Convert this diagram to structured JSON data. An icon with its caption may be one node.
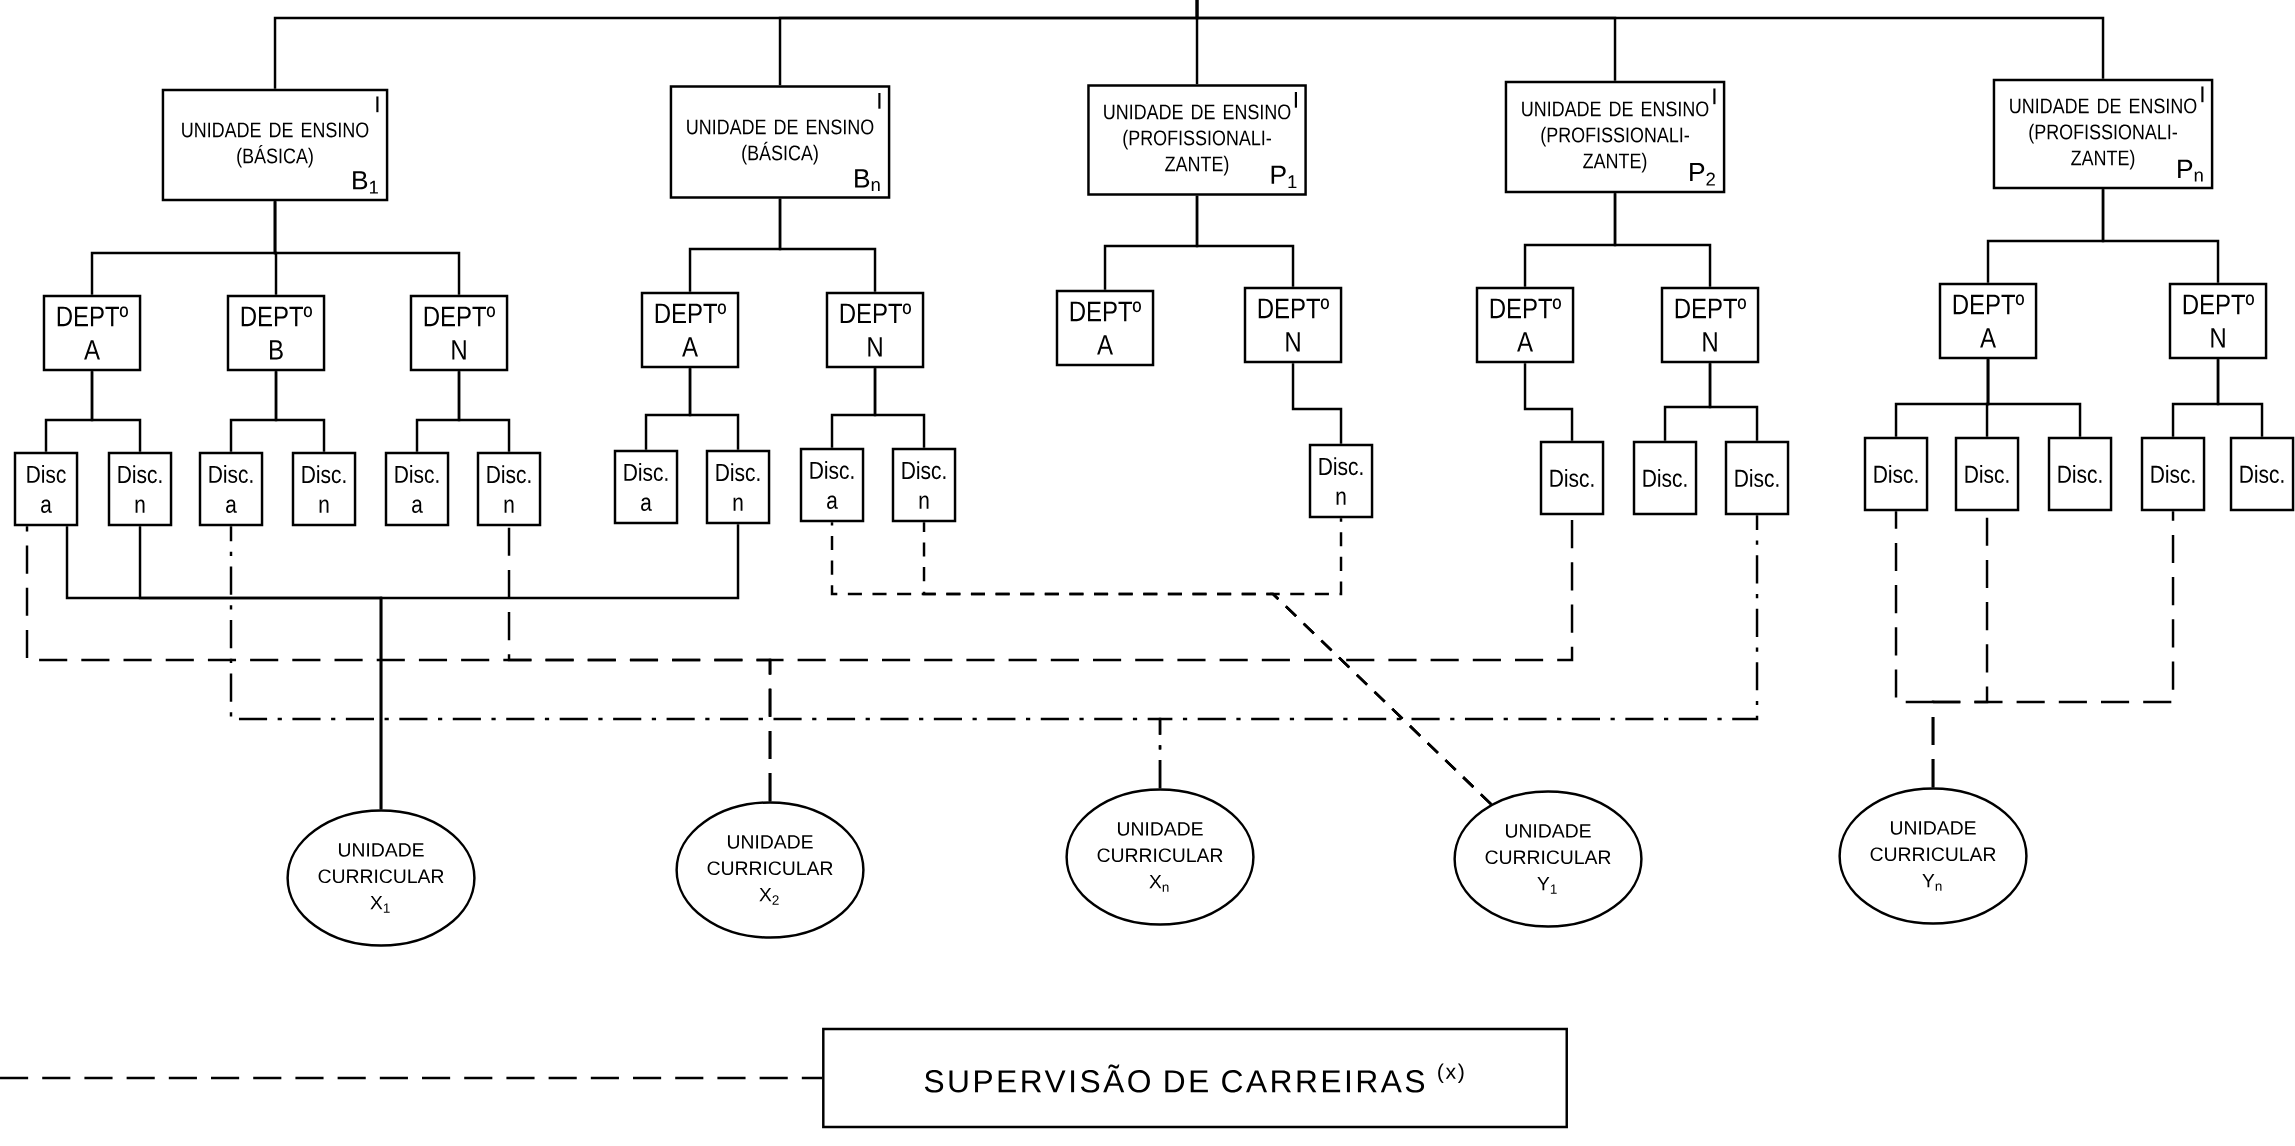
{
  "diagram": {
    "nodes": [
      {
        "text": [
          "I",
          "UNIDADE DE ENSINO",
          "(BÁSICA)",
          "B$_{1}$"
        ]
      },
      {
        "text": [
          "I",
          "UNIDADE DE ENSINO",
          "(BÁSICA)",
          "B$_{n}$"
        ]
      },
      {
        "text": [
          "I",
          "UNIDADE DE ENSINO",
          "(PROFISSIONALI- ZANTE)",
          "P$_{1}$"
        ]
      },
      {
        "text": [
          "I",
          "UNIDADE DE ENSINO",
          "(PROFISSIONALI- ZANTE)",
          "P$_{2}$"
        ]
      },
      {
        "text": [
          "I",
          "UNIDADE DE ENSINO",
          "(PROFISSIONALI- ZANTE)",
          "P$_{n}$"
        ]
      },
      {
        "text": [
          "DEPTº A"
        ]
      },
      {
        "text": [
          "DEPTº B"
        ]
      },
      {
        "text": [
          "DEPTº N"
        ]
      },
      {
        "text": [
          "DEPTº A"
        ]
      },
      {
        "text": [
          "DEPTº N"
        ]
      },
      {
        "text": [
          "DEPTº A"
        ]
      },
      {
        "text": [
          "DEPTº N"
        ]
      },
      {
        "text": [
          "DEPTº A"
        ]
      },
      {
        "text": [
          "DEPTº N"
        ]
      },
      {
        "text": [
          "DEPTº A"
        ]
      },
      {
        "text": [
          "DEPTº N"
        ]
      },
      {
        "text": [
          "Disc a"
        ]
      },
      {
        "text": [
          "Disc. n"
        ]
      },
      {
        "text": [
          "Disc. a"
        ]
      },
      {
        "text": [
          "Disc. n"
        ]
      },
      {
        "text": [
          "Disc. a"
        ]
      },
      {
        "text": [
          "Disc. n"
        ]
      },
      {
        "text": [
          "Disc. a"
        ]
      },
      {
        "text": [
          "Disc. n"
        ]
      },
      {
        "text": [
          "Disc. a"
        ]
      },
      {
        "text": [
          "Disc. n"
        ]
      },
      {
        "text": [
          "Disc. n"
        ]
      },
      {
        "text": [
          "Disc."
        ]
      },
      {
        "text": [
          "Disc."
        ]
      },
      {
        "text": [
          "Disc."
        ]
      },
      {
        "text": [
          "Disc."
        ]
      },
      {
        "text": [
          "Disc."
        ]
      },
      {
        "text": [
          "Disc."
        ]
      },
      {
        "text": [
          "Disc."
        ]
      },
      {
        "text": [
          "Disc."
        ]
      },
      {
        "text": [
          "UNIDADE CURRICULAR",
          "X$_{1}$"
        ]
      },
      {
        "text": [
          "UNIDADE CURRICULAR",
          "X$_{2}$"
        ]
      },
      {
        "text": [
          "UNIDADE CURRICULAR",
          "X$_{n}$"
        ]
      },
      {
        "text": [
          "UNIDADE CURRICULAR",
          "Y$_{1}$"
        ]
      },
      {
        "text": [
          "UNIDADE CURRICULAR",
          "Y$_{n}$"
        ]
      },
      {
        "text": [
          "SUPERVISÃO DE CARREIRAS $^{(x)}$"
        ]
      }
    ],
    "edges": [
      {
        "from": null,
        "to": 0,
        "arrow": "none"
      },
      {
        "from": null,
        "to": 1,
        "arrow": "none"
      },
      {
        "from": null,
        "to": 2,
        "arrow": "none"
      },
      {
        "from": null,
        "to": 3,
        "arrow": "none"
      },
      {
        "from": null,
        "to": 4,
        "arrow": "none"
      },
      {
        "from": 0,
        "to": 5,
        "arrow": "none"
      },
      {
        "from": 0,
        "to": 6,
        "arrow": "none"
      },
      {
        "from": 0,
        "to": 7,
        "arrow": "none"
      },
      {
        "from": 1,
        "to": 8,
        "arrow": "none"
      },
      {
        "from": 1,
        "to": 9,
        "arrow": "none"
      },
      {
        "from": 2,
        "to": 10,
        "arrow": "none"
      },
      {
        "from": 2,
        "to": 11,
        "arrow": "none"
      },
      {
        "from": 3,
        "to": 12,
        "arrow": "none"
      },
      {
        "from": 3,
        "to": 13,
        "arrow": "none"
      },
      {
        "from": 4,
        "to": 14,
        "arrow": "none"
      },
      {
        "from": 4,
        "to": 15,
        "arrow": "none"
      },
      {
        "from": 5,
        "to": 16,
        "arrow": "none"
      },
      {
        "from": 5,
        "to": 17,
        "arrow": "none"
      },
      {
        "from": 6,
        "to": 18,
        "arrow": "none"
      },
      {
        "from": 6,
        "to": 19,
        "arrow": "none"
      },
      {
        "from": 7,
        "to": 20,
        "arrow": "none"
      },
      {
        "from": 7,
        "to": 21,
        "arrow": "none"
      },
      {
        "from": 8,
        "to": 22,
        "arrow": "none"
      },
      {
        "from": 8,
        "to": 23,
        "arrow": "none"
      },
      {
        "from": 9,
        "to": 24,
        "arrow": "none"
      },
      {
        "from": 9,
        "to": 25,
        "arrow": "none"
      },
      {
        "from": 11,
        "to": 26,
        "arrow": "none"
      },
      {
        "from": 12,
        "to": 27,
        "arrow": "none"
      },
      {
        "from": 13,
        "to": 28,
        "arrow": "none"
      },
      {
        "from": 13,
        "to": 29,
        "arrow": "none"
      },
      {
        "from": 14,
        "to": 30,
        "arrow": "none"
      },
      {
        "from": 14,
        "to": 31,
        "arrow": "none"
      },
      {
        "from": 14,
        "to": 32,
        "arrow": "none"
      },
      {
        "from": 15,
        "to": 33,
        "arrow": "none"
      },
      {
        "from": 15,
        "to": 34,
        "arrow": "none"
      },
      {
        "from": 16,
        "to": 35,
        "arrow": "none"
      },
      {
        "from": 17,
        "to": 35,
        "arrow": "none"
      },
      {
        "from": 23,
        "to": 35,
        "arrow": "none"
      },
      {
        "from": 16,
        "to": 36,
        "arrow": "none",
        "style": "dashed"
      },
      {
        "from": 21,
        "to": 36,
        "arrow": "none",
        "style": "dashed"
      },
      {
        "from": 27,
        "to": 36,
        "arrow": "none",
        "style": "dashed"
      },
      {
        "from": 18,
        "to": 37,
        "arrow": "none",
        "style": "dashed"
      },
      {
        "from": 29,
        "to": 37,
        "arrow": "none",
        "style": "dashed"
      },
      {
        "from": 24,
        "to": 38,
        "arrow": "none",
        "style": "dashed"
      },
      {
        "from": 25,
        "to": 38,
        "arrow": "none",
        "style": "dashed"
      },
      {
        "from": 26,
        "to": 38,
        "arrow": "none",
        "style": "dashed"
      },
      {
        "from": 30,
        "to": 39,
        "arrow": "none",
        "style": "dashed"
      },
      {
        "from": 31,
        "to": 39,
        "arrow": "none",
        "style": "dashed"
      },
      {
        "from": 33,
        "to": 39,
        "arrow": "none",
        "style": "dashed"
      },
      {
        "from": null,
        "to": 40,
        "arrow": "none",
        "style": "dashed"
      }
    ]
  }
}
